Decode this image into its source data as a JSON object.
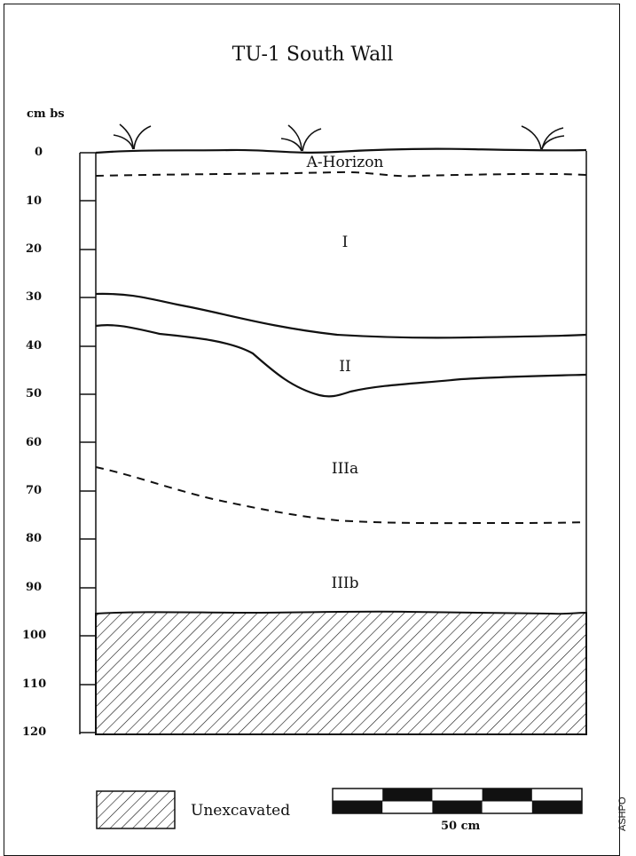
{
  "title": "TU-1 South Wall",
  "depth_axis": {
    "unit_label": "cm bs",
    "ticks": [
      "0",
      "10",
      "20",
      "30",
      "40",
      "50",
      "60",
      "70",
      "80",
      "90",
      "100",
      "110",
      "120"
    ]
  },
  "layers": [
    "A-Horizon",
    "I",
    "II",
    "IIIa",
    "IIIb"
  ],
  "legend": {
    "unexcavated_label": "Unexcavated"
  },
  "scale_bar": {
    "label": "50 cm"
  },
  "credit": "ASHPO",
  "colors": {
    "ink": "#111111",
    "background": "#ffffff"
  }
}
